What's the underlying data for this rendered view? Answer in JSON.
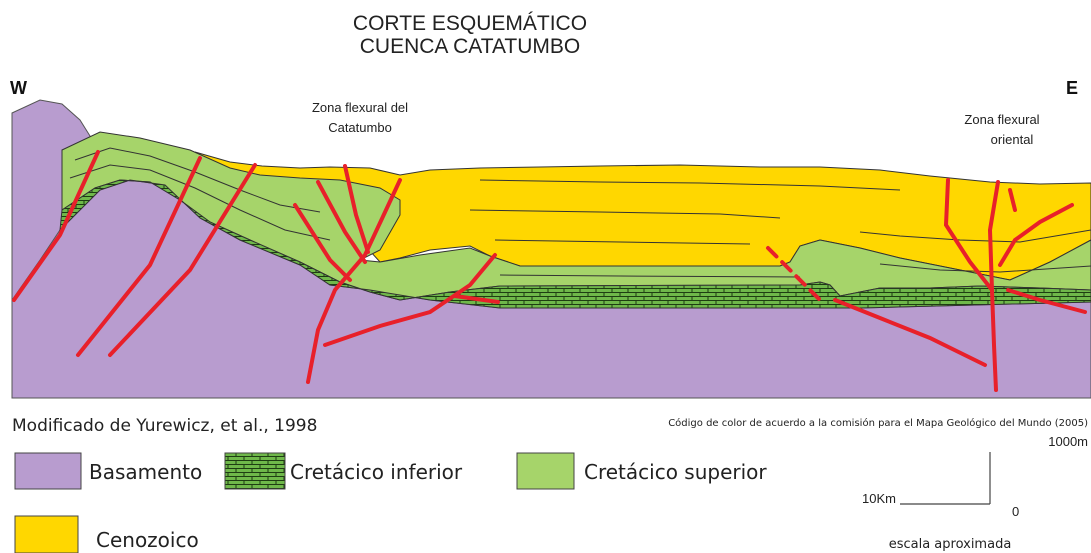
{
  "title": {
    "line1": "CORTE ESQUEMÁTICO",
    "line2": "CUENCA CATATUMBO"
  },
  "directions": {
    "west": "W",
    "east": "E"
  },
  "zones": {
    "catatumbo": {
      "line1": "Zona flexural del",
      "line2": "Catatumbo"
    },
    "oriental": {
      "line1": "Zona flexural",
      "line2": "oriental"
    }
  },
  "credit": "Modificado de Yurewicz, et al., 1998",
  "color_note": "Código de color de acuerdo a la comisión para el Mapa Geológico del Mundo (2005)",
  "legend": [
    {
      "label": "Basamento",
      "color": "#b89ccf",
      "pattern": "solid"
    },
    {
      "label": "Cretácico inferior",
      "color": "#6fb84a",
      "pattern": "brick"
    },
    {
      "label": "Cretácico superior",
      "color": "#a6d46a",
      "pattern": "solid"
    },
    {
      "label": "Cenozoico",
      "color": "#ffd700",
      "pattern": "solid"
    }
  ],
  "scale": {
    "vertical": "1000m",
    "zero": "0",
    "horizontal": "10Km",
    "caption": "escala aproximada"
  },
  "colors": {
    "basement": "#b89ccf",
    "lower_cretaceous": "#6fb84a",
    "upper_cretaceous": "#a6d46a",
    "cenozoic": "#ffd700",
    "fault": "#e8202a"
  }
}
